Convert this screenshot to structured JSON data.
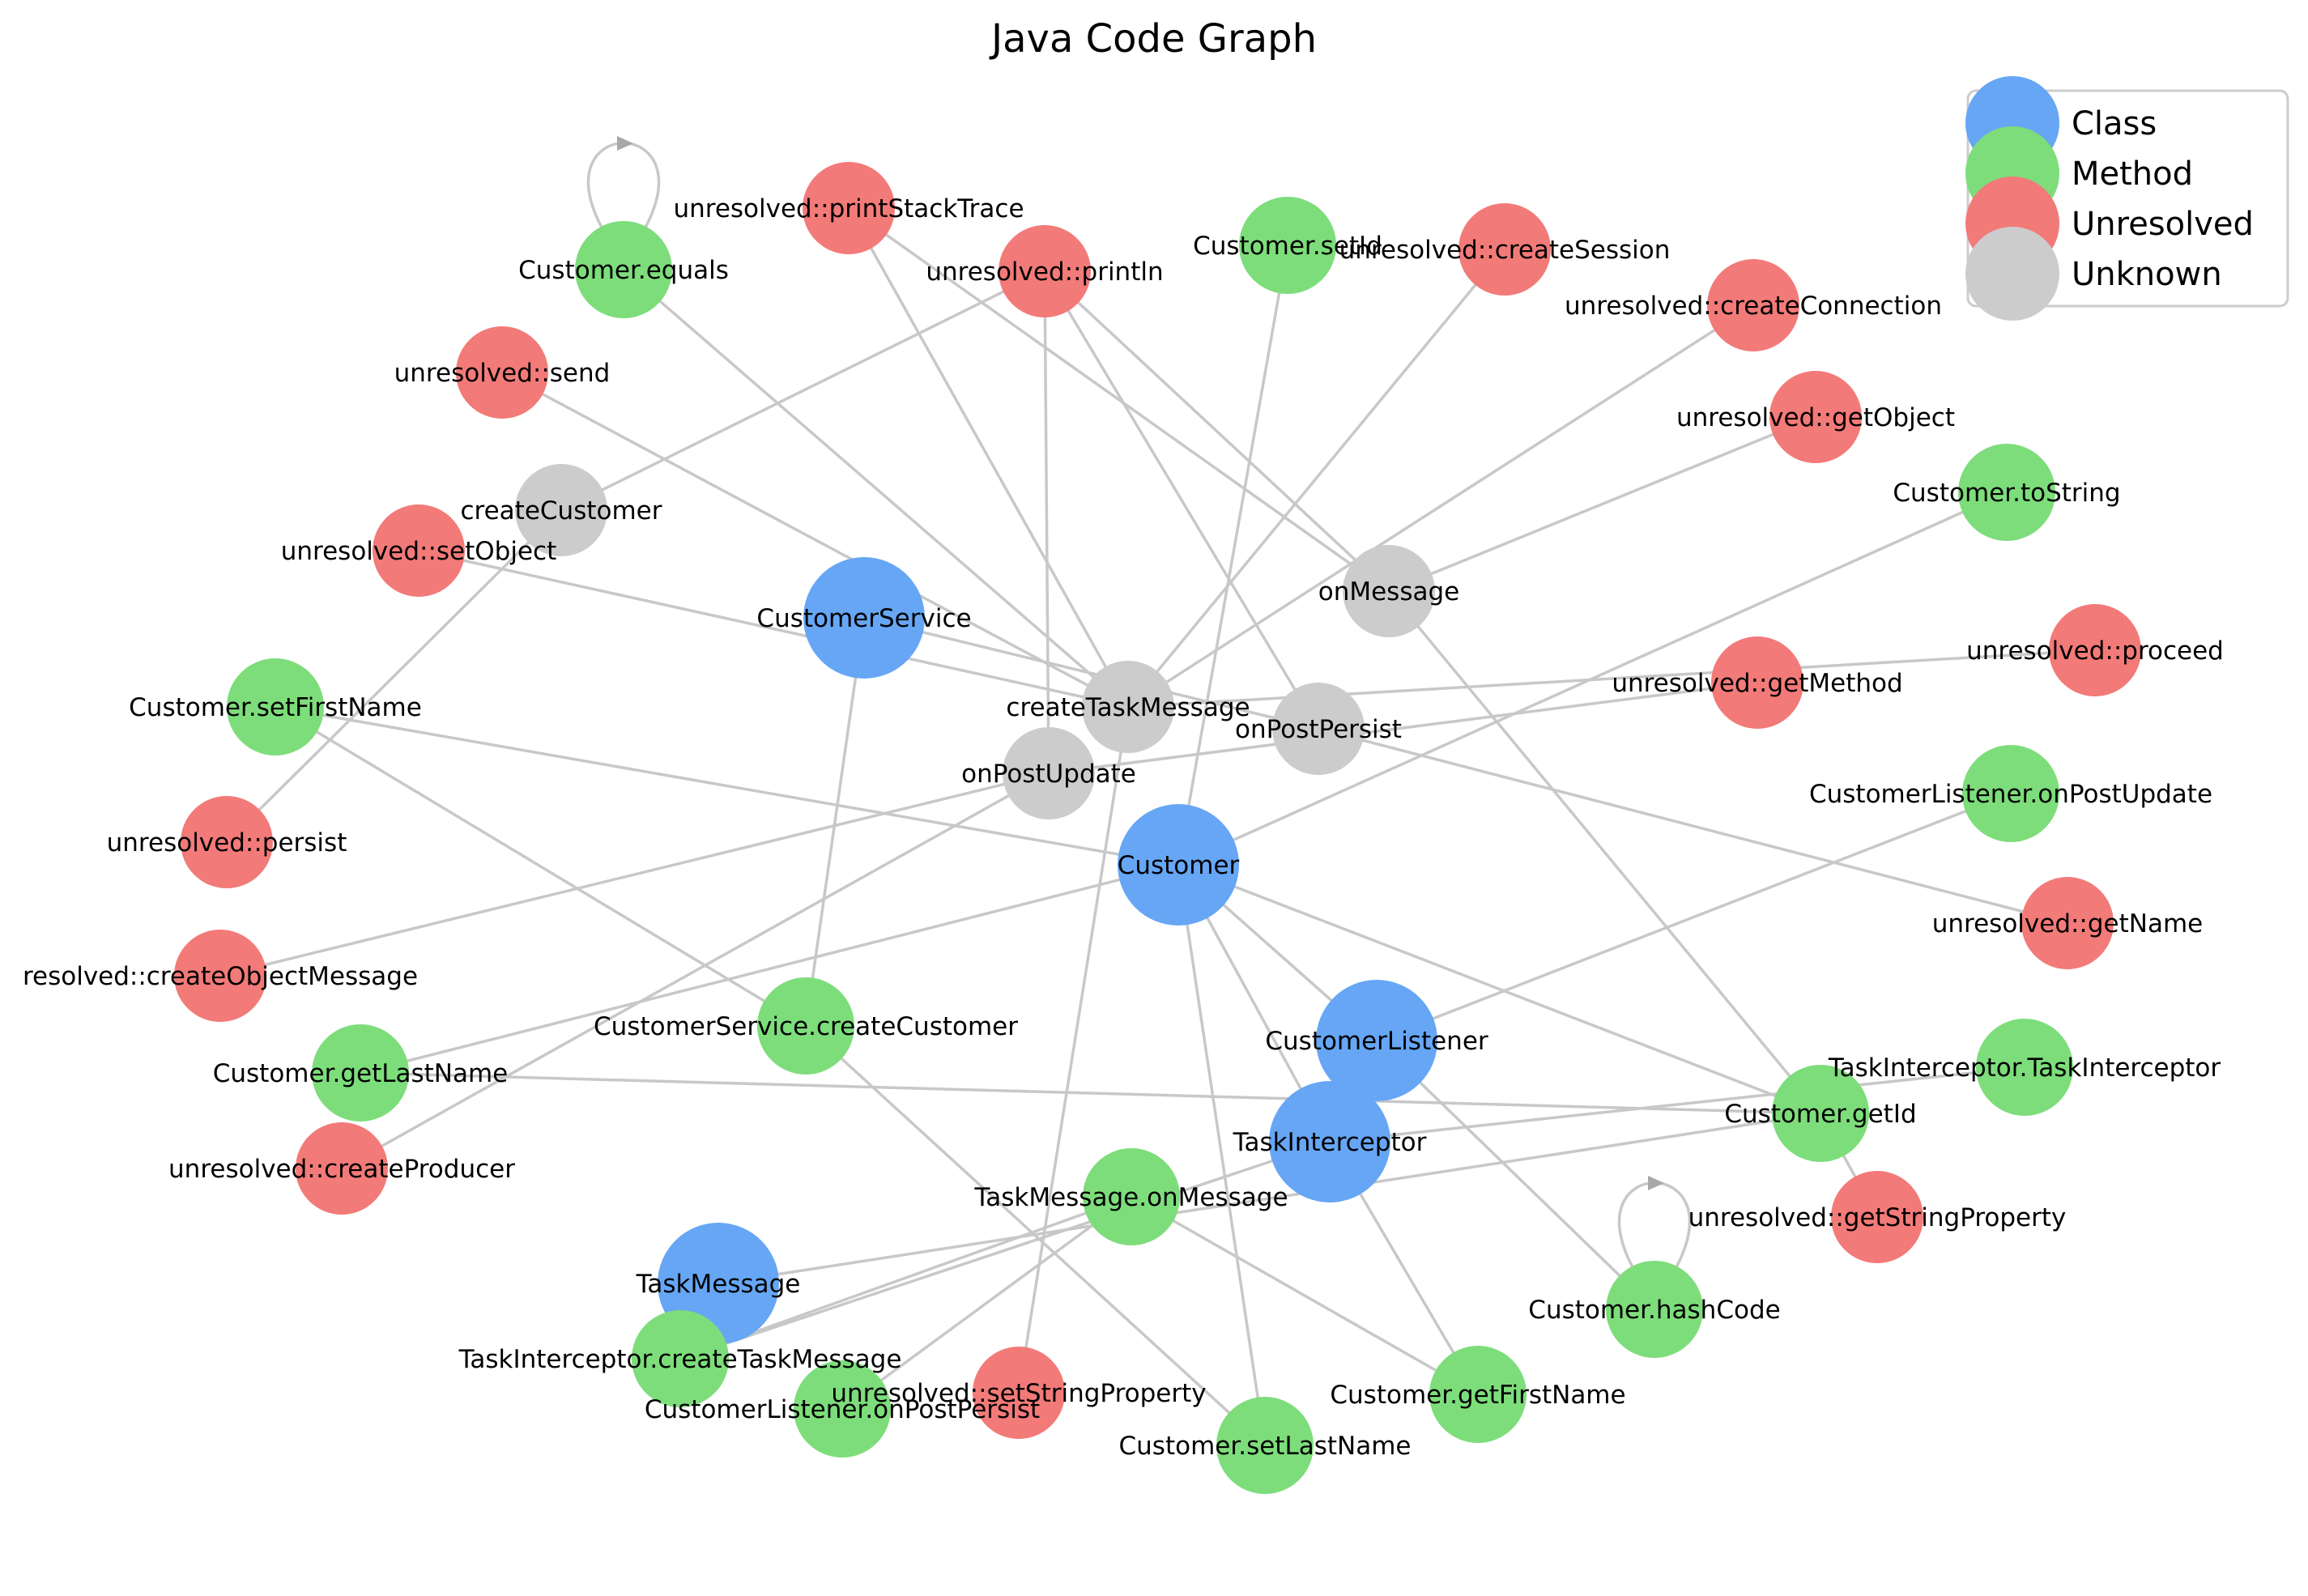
{
  "title": "Java Code Graph",
  "legend": [
    {
      "key": "class",
      "label": "Class",
      "color": "#66a6f5"
    },
    {
      "key": "method",
      "label": "Method",
      "color": "#7ddd7b"
    },
    {
      "key": "unresolved",
      "label": "Unresolved",
      "color": "#f27a78"
    },
    {
      "key": "unknown",
      "label": "Unknown",
      "color": "#cccccc"
    }
  ],
  "nodes": [
    {
      "id": "Customer.equals",
      "type": "method"
    },
    {
      "id": "unresolved::printStackTrace",
      "type": "unresolved"
    },
    {
      "id": "unresolved::println",
      "type": "unresolved"
    },
    {
      "id": "Customer.setId",
      "type": "method"
    },
    {
      "id": "unresolved::createSession",
      "type": "unresolved"
    },
    {
      "id": "unresolved::createConnection",
      "type": "unresolved"
    },
    {
      "id": "unresolved::send",
      "type": "unresolved"
    },
    {
      "id": "unresolved::getObject",
      "type": "unresolved"
    },
    {
      "id": "createCustomer",
      "type": "unknown"
    },
    {
      "id": "Customer.toString",
      "type": "method"
    },
    {
      "id": "unresolved::setObject",
      "type": "unresolved"
    },
    {
      "id": "onMessage",
      "type": "unknown"
    },
    {
      "id": "CustomerService",
      "type": "class"
    },
    {
      "id": "unresolved::proceed",
      "type": "unresolved"
    },
    {
      "id": "unresolved::getMethod",
      "type": "unresolved"
    },
    {
      "id": "Customer.setFirstName",
      "type": "method"
    },
    {
      "id": "createTaskMessage",
      "type": "unknown"
    },
    {
      "id": "onPostPersist",
      "type": "unknown"
    },
    {
      "id": "onPostUpdate",
      "type": "unknown"
    },
    {
      "id": "CustomerListener.onPostUpdate",
      "type": "method"
    },
    {
      "id": "unresolved::persist",
      "type": "unresolved"
    },
    {
      "id": "Customer",
      "type": "class"
    },
    {
      "id": "unresolved::getName",
      "type": "unresolved"
    },
    {
      "id": "unresolved::createObjectMessage",
      "type": "unresolved",
      "label": "resolved::createObjectMessage"
    },
    {
      "id": "CustomerService.createCustomer",
      "type": "method"
    },
    {
      "id": "CustomerListener",
      "type": "class"
    },
    {
      "id": "TaskInterceptor.TaskInterceptor",
      "type": "method"
    },
    {
      "id": "Customer.getLastName",
      "type": "method"
    },
    {
      "id": "Customer.getId",
      "type": "method"
    },
    {
      "id": "TaskInterceptor",
      "type": "class"
    },
    {
      "id": "unresolved::createProducer",
      "type": "unresolved"
    },
    {
      "id": "TaskMessage.onMessage",
      "type": "method"
    },
    {
      "id": "unresolved::getStringProperty",
      "type": "unresolved"
    },
    {
      "id": "TaskMessage",
      "type": "class"
    },
    {
      "id": "Customer.hashCode",
      "type": "method"
    },
    {
      "id": "TaskInterceptor.createTaskMessage",
      "type": "method"
    },
    {
      "id": "unresolved::setStringProperty",
      "type": "unresolved"
    },
    {
      "id": "Customer.getFirstName",
      "type": "method"
    },
    {
      "id": "CustomerListener.onPostPersist",
      "type": "method"
    },
    {
      "id": "Customer.setLastName",
      "type": "method"
    }
  ],
  "edges": [
    [
      "Customer.equals",
      "Customer.equals"
    ],
    [
      "Customer.hashCode",
      "Customer.hashCode"
    ],
    [
      "Customer.equals",
      "createTaskMessage"
    ],
    [
      "unresolved::printStackTrace",
      "createTaskMessage"
    ],
    [
      "unresolved::printStackTrace",
      "onMessage"
    ],
    [
      "unresolved::println",
      "createCustomer"
    ],
    [
      "unresolved::println",
      "onPostUpdate"
    ],
    [
      "unresolved::println",
      "onMessage"
    ],
    [
      "unresolved::println",
      "onPostPersist"
    ],
    [
      "Customer.setId",
      "Customer"
    ],
    [
      "unresolved::createSession",
      "createTaskMessage"
    ],
    [
      "unresolved::createConnection",
      "createTaskMessage"
    ],
    [
      "unresolved::send",
      "createTaskMessage"
    ],
    [
      "unresolved::getObject",
      "onMessage"
    ],
    [
      "createCustomer",
      "unresolved::persist"
    ],
    [
      "Customer.toString",
      "Customer"
    ],
    [
      "unresolved::setObject",
      "createTaskMessage"
    ],
    [
      "onMessage",
      "Customer.getId"
    ],
    [
      "CustomerService",
      "CustomerService.createCustomer"
    ],
    [
      "CustomerService",
      "onPostPersist"
    ],
    [
      "unresolved::proceed",
      "createTaskMessage"
    ],
    [
      "unresolved::getMethod",
      "onPostUpdate"
    ],
    [
      "Customer.setFirstName",
      "Customer"
    ],
    [
      "Customer.setFirstName",
      "CustomerService.createCustomer"
    ],
    [
      "onPostPersist",
      "unresolved::getName"
    ],
    [
      "onPostUpdate",
      "unresolved::createObjectMessage"
    ],
    [
      "onPostUpdate",
      "unresolved::createProducer"
    ],
    [
      "Customer",
      "CustomerListener"
    ],
    [
      "Customer",
      "TaskInterceptor"
    ],
    [
      "Customer",
      "Customer.getId"
    ],
    [
      "Customer",
      "Customer.getLastName"
    ],
    [
      "Customer",
      "Customer.setLastName"
    ],
    [
      "CustomerListener",
      "CustomerListener.onPostUpdate"
    ],
    [
      "CustomerListener",
      "Customer.hashCode"
    ],
    [
      "TaskInterceptor",
      "TaskInterceptor.TaskInterceptor"
    ],
    [
      "TaskInterceptor",
      "Customer.getFirstName"
    ],
    [
      "TaskInterceptor",
      "TaskInterceptor.createTaskMessage"
    ],
    [
      "Customer.getLastName",
      "Customer.getId"
    ],
    [
      "Customer.getId",
      "unresolved::getStringProperty"
    ],
    [
      "Customer.getId",
      "TaskMessage"
    ],
    [
      "TaskMessage.onMessage",
      "CustomerListener.onPostPersist"
    ],
    [
      "TaskMessage.onMessage",
      "Customer.getFirstName"
    ],
    [
      "TaskMessage.onMessage",
      "TaskInterceptor.createTaskMessage"
    ],
    [
      "CustomerService.createCustomer",
      "Customer.setLastName"
    ],
    [
      "unresolved::setStringProperty",
      "createTaskMessage"
    ]
  ]
}
